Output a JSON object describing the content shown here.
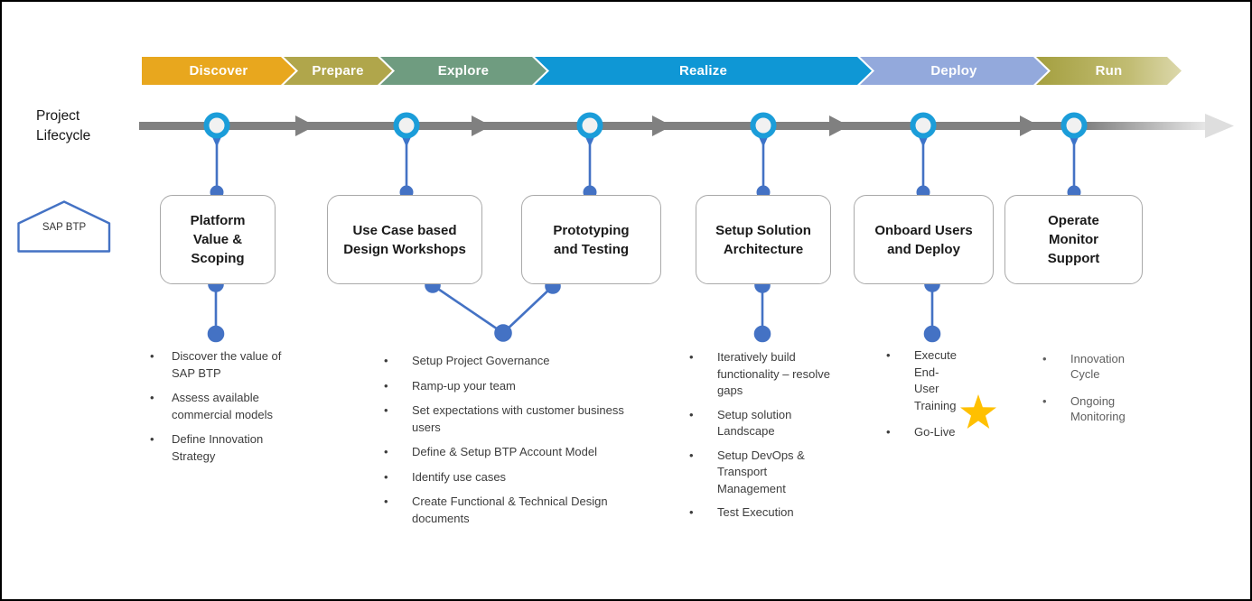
{
  "labels": {
    "lifecycle": "Project\nLifecycle",
    "platform": "SAP BTP"
  },
  "phase_bar": {
    "phases": [
      {
        "label": "Discover",
        "color": "#E8A71E"
      },
      {
        "label": "Prepare",
        "color": "#B0A64B"
      },
      {
        "label": "Explore",
        "color": "#6F9C80"
      },
      {
        "label": "Realize",
        "color": "#0F97D5"
      },
      {
        "label": "Deploy",
        "color": "#93A9DC"
      },
      {
        "label": "Run",
        "color": "#A49F3F",
        "color_fade": "#DCD8AC"
      }
    ]
  },
  "timeline": {
    "line_color": "#808080",
    "pin_ring_color": "#1B9DD9",
    "connector_color": "#4472C4"
  },
  "milestones": [
    {
      "title": "Platform\nValue &\nScoping"
    },
    {
      "title": "Use Case based\nDesign Workshops"
    },
    {
      "title": "Prototyping\nand Testing"
    },
    {
      "title": "Setup Solution\nArchitecture"
    },
    {
      "title": "Onboard Users\nand Deploy"
    },
    {
      "title": "Operate\nMonitor\nSupport"
    }
  ],
  "activities": {
    "discover": {
      "items": [
        "Discover the value of SAP BTP",
        "Assess available commercial models",
        "Define Innovation Strategy"
      ]
    },
    "explore": {
      "items": [
        "Setup Project Governance",
        "Ramp-up your team",
        "Set expectations with customer business users",
        "Define & Setup BTP Account Model",
        "Identify use cases",
        "Create Functional & Technical Design documents"
      ]
    },
    "realize": {
      "items": [
        "Iteratively build functionality – resolve gaps",
        "Setup solution Landscape",
        "Setup DevOps & Transport Management",
        "Test Execution"
      ]
    },
    "deploy": {
      "items": [
        "Execute End-User Training",
        "Go-Live"
      ]
    },
    "run": {
      "items": [
        "Innovation Cycle",
        "Ongoing Monitoring"
      ]
    }
  },
  "icons": {
    "go_live_star_color": "#FFC000"
  }
}
